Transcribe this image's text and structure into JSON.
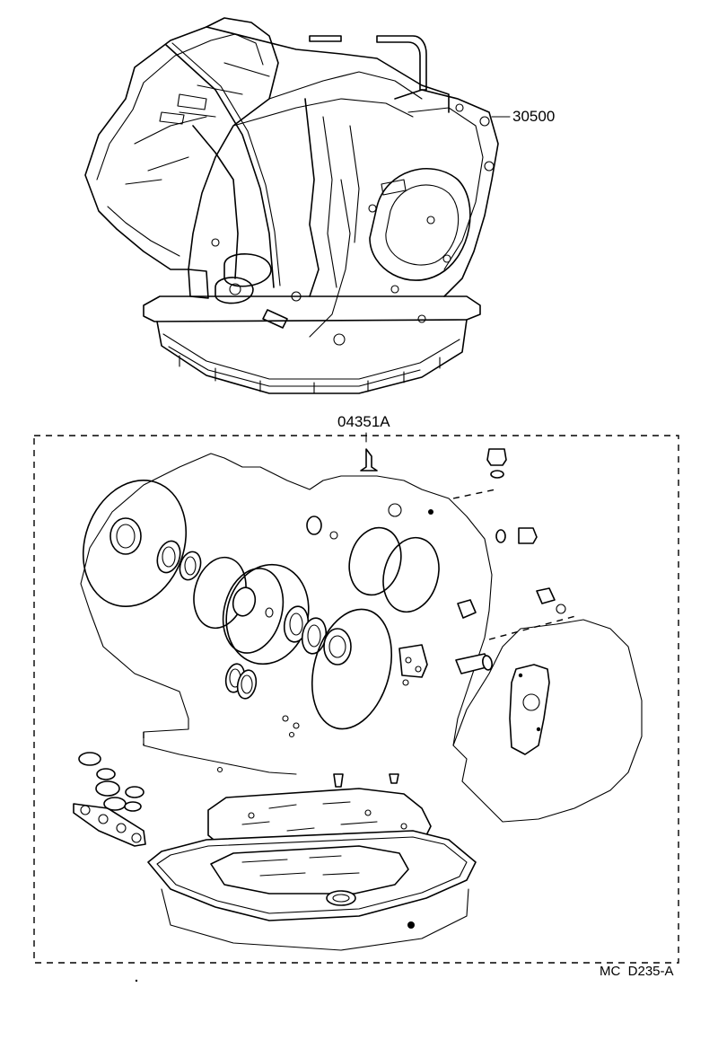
{
  "callouts": {
    "transaxle_assembly": "30500",
    "overhaul_gasket_kit": "04351A"
  },
  "footer_code": "MC  D235-A"
}
